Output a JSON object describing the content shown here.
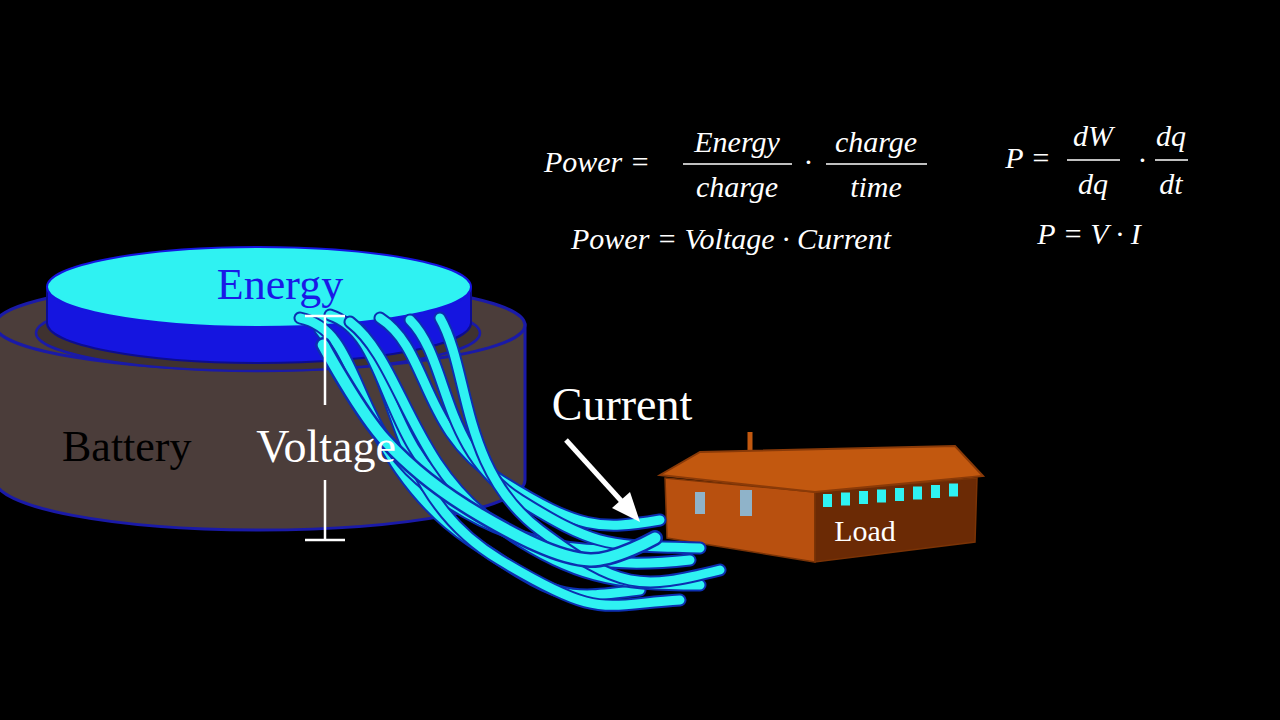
{
  "diagram": {
    "nodes": [
      {
        "text": [
          "Battery"
        ]
      },
      {
        "text": [
          "Energy"
        ],
        "in": 0
      },
      {
        "text": [
          "Load"
        ]
      }
    ],
    "edges": [
      {
        "from": 1,
        "to": 2,
        "arrow": "none",
        "label": "Current"
      }
    ],
    "labels": [
      "Voltage",
      "Power =",
      "Energy",
      "charge",
      "·",
      "charge",
      "time",
      "P =",
      "dW",
      "dq",
      "·",
      "dq",
      "dt",
      "Power = Voltage · Current",
      "P = V · I"
    ]
  }
}
